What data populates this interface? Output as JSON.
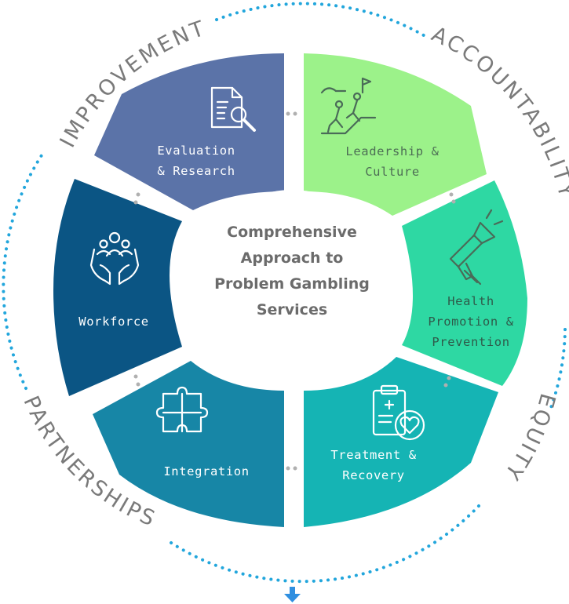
{
  "center": {
    "lines": [
      "Comprehensive",
      "Approach to",
      "Problem Gambling",
      "Services"
    ]
  },
  "segments": [
    {
      "id": "evaluation",
      "lines": [
        "Evaluation",
        "& Research"
      ],
      "color": "#5b73a8",
      "icon": "document-magnifier-icon"
    },
    {
      "id": "leadership",
      "lines": [
        "Leadership &",
        "Culture"
      ],
      "color": "#9cf28a",
      "icon": "climbing-team-icon",
      "label_color": "#4d6e55"
    },
    {
      "id": "health",
      "lines": [
        "Health",
        "Promotion &",
        "Prevention"
      ],
      "color": "#2ed8a3",
      "icon": "megaphone-icon",
      "label_color": "#2f5a4a"
    },
    {
      "id": "treatment",
      "lines": [
        "Treatment &",
        "Recovery"
      ],
      "color": "#15b4b4",
      "icon": "clipboard-heart-icon"
    },
    {
      "id": "integration",
      "lines": [
        "Integration"
      ],
      "color": "#1786a6",
      "icon": "puzzle-icon"
    },
    {
      "id": "workforce",
      "lines": [
        "Workforce"
      ],
      "color": "#0b5584",
      "icon": "hands-people-icon"
    }
  ],
  "ring_labels": {
    "improvement": "IMPROVEMENT",
    "accountability": "ACCOUNTABILITY",
    "equity": "EQUITY",
    "partnerships": "PARTNERSHIPS"
  },
  "ring_color": "#22a6dc",
  "arrow_color": "#2f8fe0",
  "arrow_icon": "down-arrow-icon"
}
